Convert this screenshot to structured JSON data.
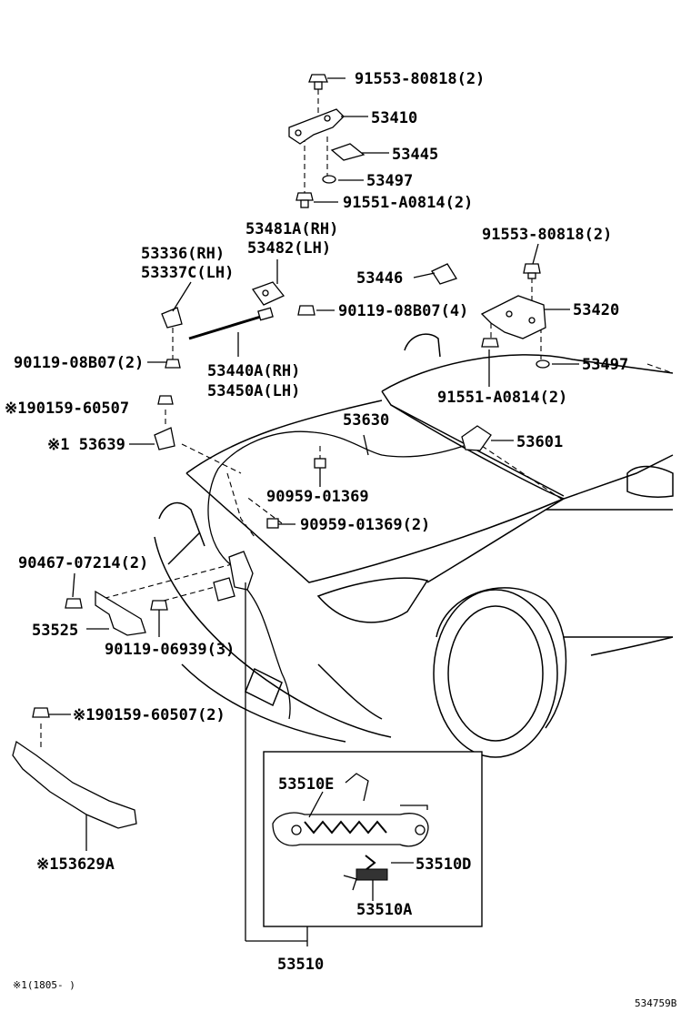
{
  "labels": {
    "p91553_top": "91553-80818(2)",
    "p53410": "53410",
    "p53445": "53445",
    "p53497_top": "53497",
    "p91551_top": "91551-A0814(2)",
    "p53481": "53481A(RH)",
    "p53482": "53482(LH)",
    "p53336": "53336(RH)",
    "p53337": "53337C(LH)",
    "p91553_right": "91553-80818(2)",
    "p53446": "53446",
    "p90119_4": "90119-08B07(4)",
    "p53420": "53420",
    "p90119_2": "90119-08B07(2)",
    "p53440": "53440A(RH)",
    "p53450": "53450A(LH)",
    "p53497_right": "53497",
    "p91551_right": "91551-A0814(2)",
    "p90159_a": "※190159-60507",
    "p53630": "53630",
    "p53639": "※1 53639",
    "p53601": "53601",
    "p90959_a": "90959-01369",
    "p90959_b": "90959-01369(2)",
    "p90467": "90467-07214(2)",
    "p53525": "53525",
    "p90119_3": "90119-06939(3)",
    "p90159_b": "※190159-60507(2)",
    "p53629": "※153629A",
    "p53510E": "53510E",
    "p53510D": "53510D",
    "p53510A": "53510A",
    "p53510": "53510",
    "footnote": "※1(1805-    )",
    "diagram_id": "534759B"
  }
}
